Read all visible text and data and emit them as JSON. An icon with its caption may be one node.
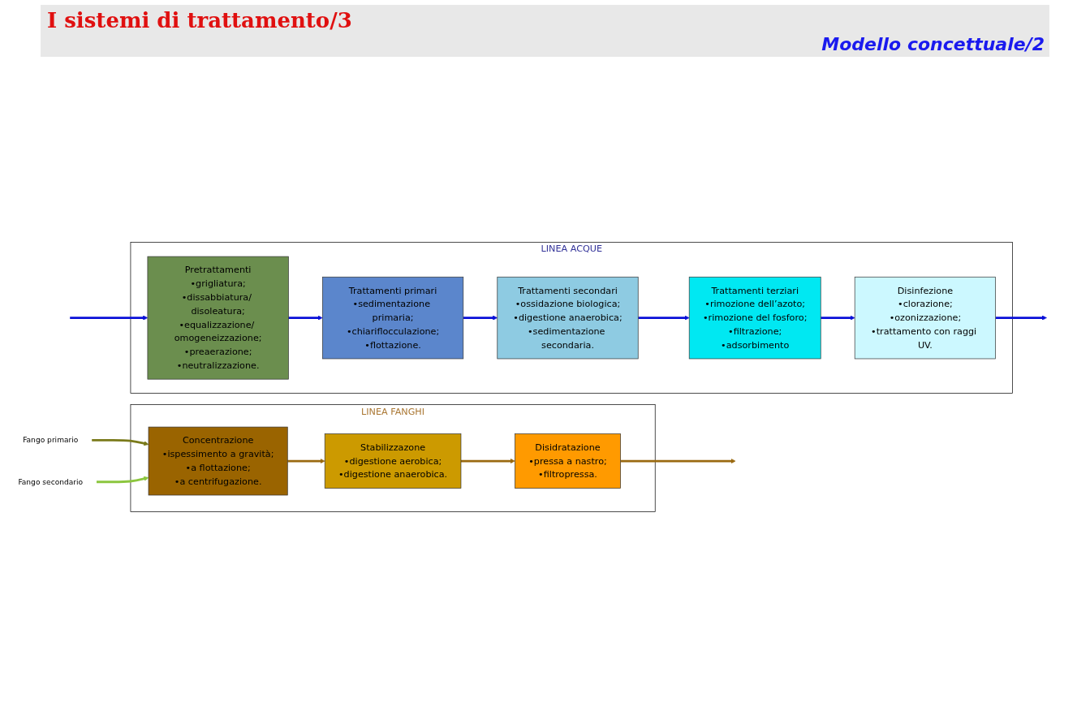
{
  "diagram": {
    "title": "I sistemi di trattamento/3",
    "labels": [
      "Modello concettuale/2"
    ],
    "nodes": [
      {
        "text": [
          "LINEA ACQUE"
        ]
      },
      {
        "text": [
          "Pretrattamenti",
          "•grigliatura;",
          "•dissabbiatura/ disoleatura;",
          "•equalizzazione/ omogeneizzazione;",
          "•preaerazione;",
          "•neutralizzazione."
        ],
        "in": 0
      },
      {
        "text": [
          "Trattamenti primari",
          "•sedimentazione primaria;",
          "•chiariflocculazione;",
          "•flottazione."
        ],
        "in": 0
      },
      {
        "text": [
          "Trattamenti secondari",
          "•ossidazione biologica;",
          "•digestione anaerobica;",
          "•sedimentazione secondaria."
        ],
        "in": 0
      },
      {
        "text": [
          "Trattamenti terziari",
          "•rimozione dell’azoto;",
          "•rimozione del fosforo;",
          "•filtrazione;",
          "•adsorbimento"
        ],
        "in": 0
      },
      {
        "text": [
          "Disinfezione",
          "•clorazione;",
          "•ozonizzazione;",
          "•trattamento con raggi UV."
        ],
        "in": 0
      },
      {
        "text": [
          "LINEA FANGHI"
        ]
      },
      {
        "text": [
          "Fango primario"
        ]
      },
      {
        "text": [
          "Fango secondario"
        ]
      },
      {
        "text": [
          "Concentrazione",
          "•ispessimento a gravità;",
          "•a flottazione;",
          "•a centrifugazione."
        ],
        "in": 6
      },
      {
        "text": [
          "Stabilizzazone",
          "•digestione aerobica;",
          "•digestione anaerobica."
        ],
        "in": 6
      },
      {
        "text": [
          "Disidratazione",
          "•pressa a nastro;",
          "•filtropressa."
        ],
        "in": 6
      }
    ],
    "edges": [
      {
        "from": null,
        "to": 1,
        "arrow": "to"
      },
      {
        "from": 1,
        "to": 2,
        "arrow": "to"
      },
      {
        "from": 2,
        "to": 3,
        "arrow": "to"
      },
      {
        "from": 3,
        "to": 4,
        "arrow": "to"
      },
      {
        "from": 4,
        "to": 5,
        "arrow": "to"
      },
      {
        "from": 5,
        "to": null,
        "arrow": "to"
      },
      {
        "from": 7,
        "to": 9,
        "arrow": "to",
        "color": "#7a7a1a"
      },
      {
        "from": 8,
        "to": 9,
        "arrow": "to",
        "color": "#8cc63f"
      },
      {
        "from": 9,
        "to": 10,
        "arrow": "to",
        "color": "#9a6a10"
      },
      {
        "from": 10,
        "to": 11,
        "arrow": "to",
        "color": "#9a6a10"
      },
      {
        "from": 11,
        "to": null,
        "arrow": "to",
        "color": "#9a6a10"
      }
    ]
  }
}
